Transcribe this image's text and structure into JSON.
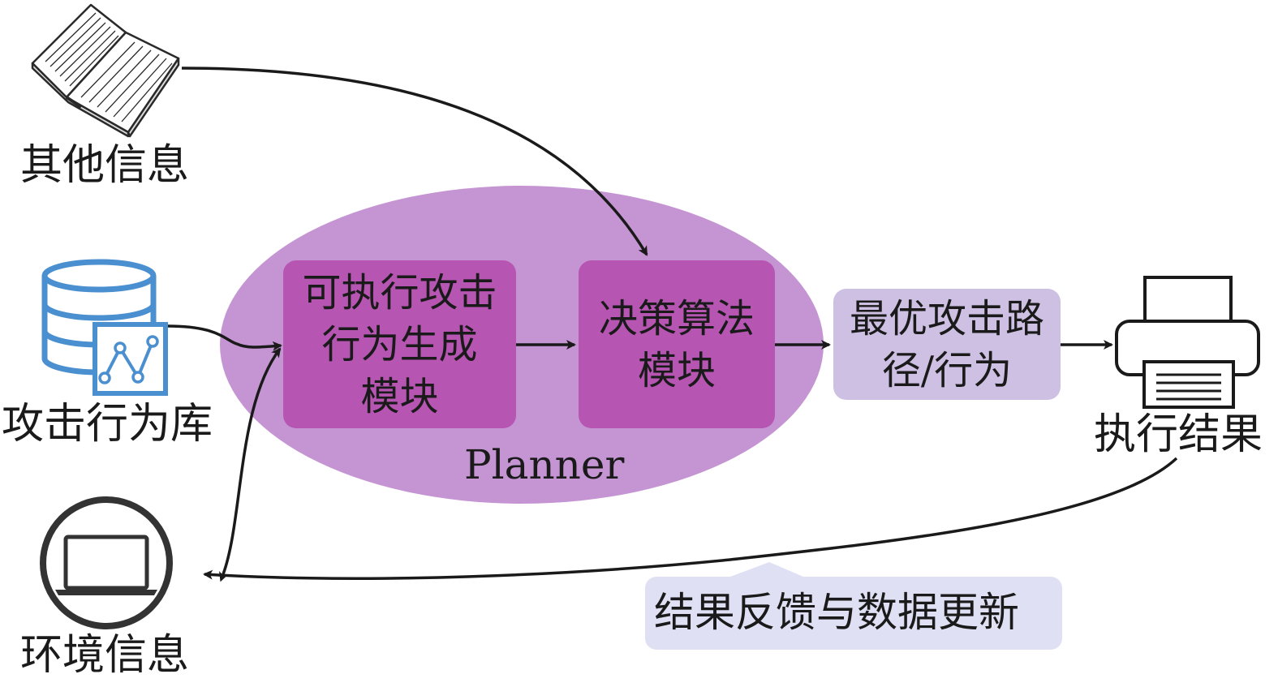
{
  "inputs": {
    "other_info": "其他信息",
    "attack_library": "攻击行为库",
    "env_info": "环境信息"
  },
  "planner": {
    "label": "Planner",
    "module1_lines": [
      "可执行攻击",
      "行为生成",
      "模块"
    ],
    "module2_lines": [
      "决策算法",
      "模块"
    ]
  },
  "output": {
    "best_path_lines": [
      "最优攻击路",
      "径/行为"
    ],
    "exec_result": "执行结果"
  },
  "feedback": {
    "label": "结果反馈与数据更新"
  },
  "colors": {
    "ellipse": "#c595d3",
    "module": "#b655b2",
    "best_path": "#cdc0e3",
    "feedback_bg": "#dfe0f3",
    "icon_blue": "#4a8fd0",
    "arrow": "#1a1a1a"
  },
  "icons": [
    "book-icon",
    "database-chart-icon",
    "laptop-icon",
    "printer-icon"
  ]
}
